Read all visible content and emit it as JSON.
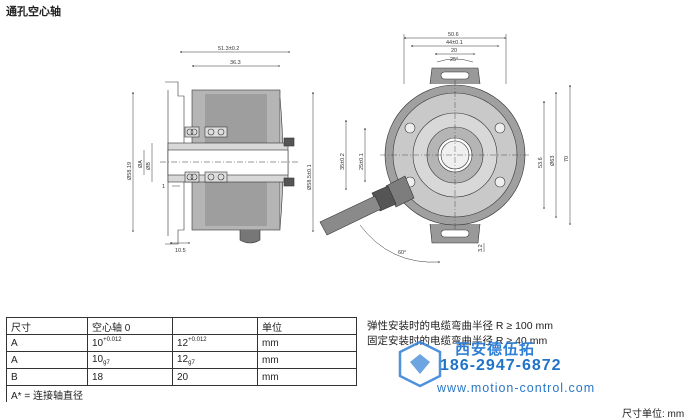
{
  "title": "通孔空心轴",
  "drawing": {
    "dims": {
      "side_overall": "51.3±0.2",
      "side_body": "36.3",
      "side_dia_flange": "Ø58.19",
      "side_dia_a": "ØA",
      "side_dia_b": "ØB",
      "side_dia_outer": "Ø58.5±0.1",
      "side_one": "1",
      "side_bottom": "10.5",
      "front_top": "50.6",
      "front_44": "44±0.1",
      "front_20": "20",
      "front_25deg": "25°",
      "front_35": "35±0.2",
      "front_25": "25±0.1",
      "front_53": "53.6",
      "front_63": "Ø63",
      "front_70": "70",
      "front_32": "3.2",
      "front_60deg": "60°"
    }
  },
  "table": {
    "headers": [
      "尺寸",
      "空心轴 0",
      "",
      "单位"
    ],
    "rows": [
      {
        "label": "A",
        "v1": "10",
        "v1_sup": "+0.012",
        "v1_sub": "",
        "v2": "12",
        "v2_sup": "+0.012",
        "v2_sub": "",
        "unit": "mm"
      },
      {
        "label": "A",
        "v1": "10",
        "v1_sup": "",
        "v1_sub": "g7",
        "v2": "12",
        "v2_sup": "",
        "v2_sub": "g7",
        "unit": "mm"
      },
      {
        "label": "B",
        "v1": "18",
        "v1_sup": "",
        "v1_sub": "",
        "v2": "20",
        "v2_sup": "",
        "v2_sub": "",
        "unit": "mm"
      }
    ],
    "footnote": "A* = 连接轴直径"
  },
  "notes": {
    "line1": "弹性安装时的电缆弯曲半径 R ≥ 100 mm",
    "line2": "固定安装时的电缆弯曲半径 R ≥ 40 mm"
  },
  "watermark": {
    "name": "西安德伍拓",
    "phone": "186-2947-6872",
    "url": "www.motion-control.com"
  },
  "unit_note": "尺寸单位: mm",
  "colors": {
    "ink": "#333333",
    "body_grey": "#a8a8a8",
    "dark_grey": "#6d6d6d",
    "watermark_blue": "#2a78c8"
  }
}
